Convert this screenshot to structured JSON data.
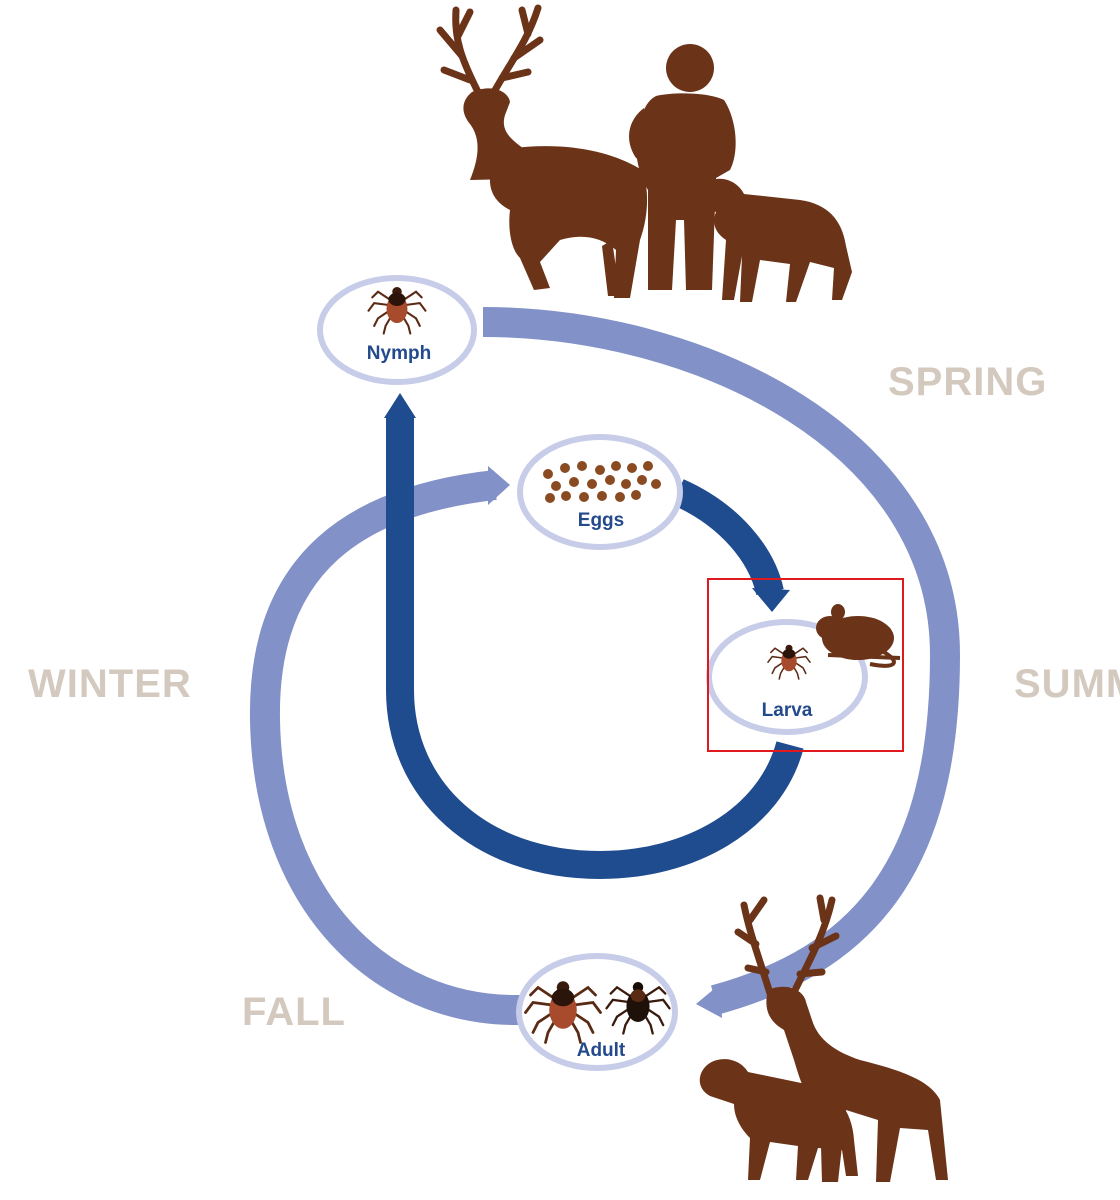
{
  "seasons": {
    "spring": "SPRING",
    "summer": "SUMM",
    "fall": "FALL",
    "winter": "WINTER"
  },
  "stages": {
    "nymph": "Nymph",
    "eggs": "Eggs",
    "larva": "Larva",
    "adult": "Adult"
  },
  "colors": {
    "outer_arrow": "#8291c7",
    "inner_arrow": "#1f4b8f",
    "animal": "#6b3318",
    "season_text": "#d4c9bf",
    "stage_text": "#234a8c",
    "highlight": "#e0191f"
  },
  "icons": [
    "deer-icon",
    "person-icon",
    "dog-icon",
    "mouse-icon",
    "tick-icon",
    "egg-cluster-icon"
  ]
}
